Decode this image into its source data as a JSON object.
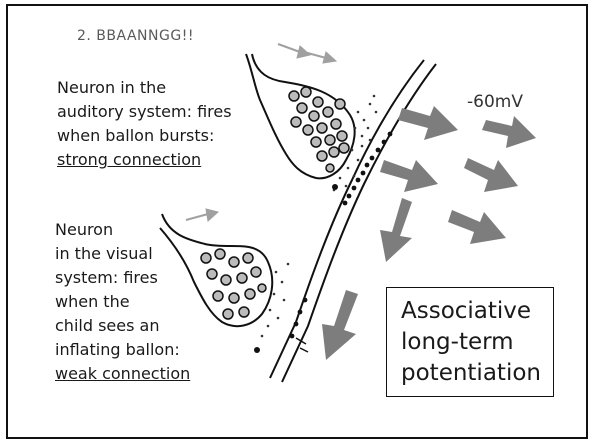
{
  "title": "2. BBAANNGG!!",
  "auditory": {
    "lines": [
      "Neuron in the",
      "auditory system: fires",
      "when ballon bursts:"
    ],
    "strength": "strong connection"
  },
  "visual": {
    "lines": [
      "Neuron",
      "in the visual",
      "system: fires",
      "when the",
      "child sees an",
      "inflating ballon:"
    ],
    "strength": "weak connection"
  },
  "potential": "-60mV",
  "box": {
    "lines": [
      "Associative",
      "long-term",
      "potentiation"
    ]
  },
  "colors": {
    "arrow": "#7d7d7d",
    "small_arrow": "#a0a0a0",
    "ink": "#111111"
  }
}
